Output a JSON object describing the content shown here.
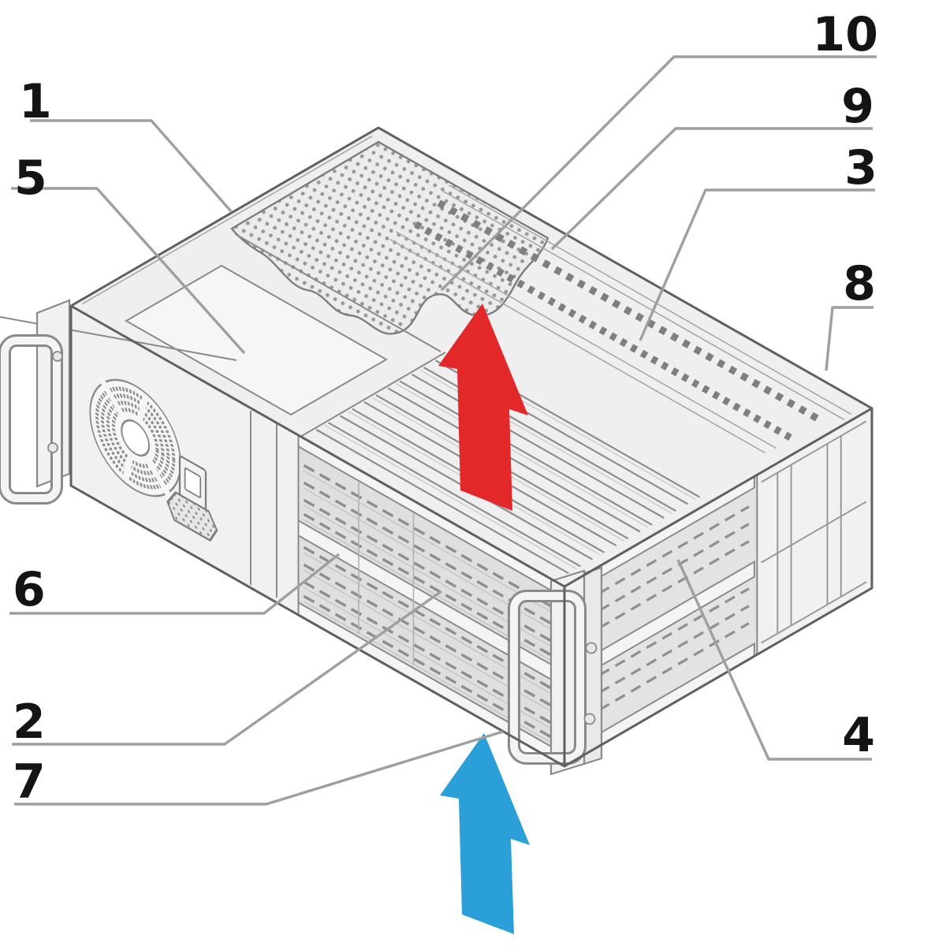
{
  "diagram": {
    "subject": "Annotated isometric line drawing of a rack-mount card-cage chassis with cooling airflow arrows",
    "background_color": "#ffffff",
    "outline_color": "#5f5f5f",
    "line_color": "#8a8a8a",
    "panel_fill": "#efefef",
    "interior_fill": "#dfdfdf",
    "callouts": [
      {
        "number": "1"
      },
      {
        "number": "2"
      },
      {
        "number": "3"
      },
      {
        "number": "4"
      },
      {
        "number": "5"
      },
      {
        "number": "6"
      },
      {
        "number": "7"
      },
      {
        "number": "8"
      },
      {
        "number": "9"
      },
      {
        "number": "10"
      }
    ],
    "arrows": [
      {
        "name": "exhaust-airflow-arrow",
        "direction": "up",
        "color": "#e3282a"
      },
      {
        "name": "intake-airflow-arrow",
        "direction": "up",
        "color": "#2b9fd8"
      }
    ]
  }
}
